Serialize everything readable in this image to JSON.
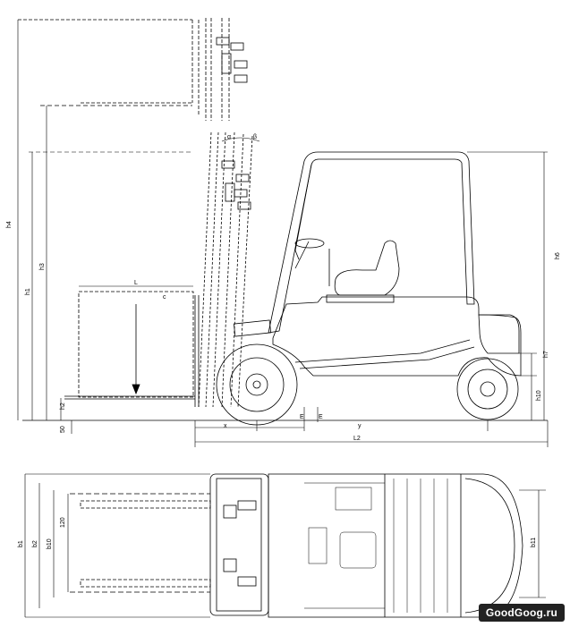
{
  "side_view": {
    "dimension_labels": {
      "h4": "h4",
      "h1": "h1",
      "h3": "h3",
      "h6": "h6",
      "h7": "h7",
      "h10": "h10",
      "h2": "h2",
      "fifty": "50",
      "L": "L",
      "c": "c",
      "alpha": "α",
      "beta": "β",
      "x": "x",
      "y": "y",
      "E": "E",
      "E2": "E",
      "L2": "L2"
    }
  },
  "top_view": {
    "dimension_labels": {
      "b1": "b1",
      "b2": "b2",
      "b10": "b10",
      "b11": "b11",
      "fork_width": "120"
    }
  },
  "watermark": {
    "text": "GoodGoog.ru"
  }
}
